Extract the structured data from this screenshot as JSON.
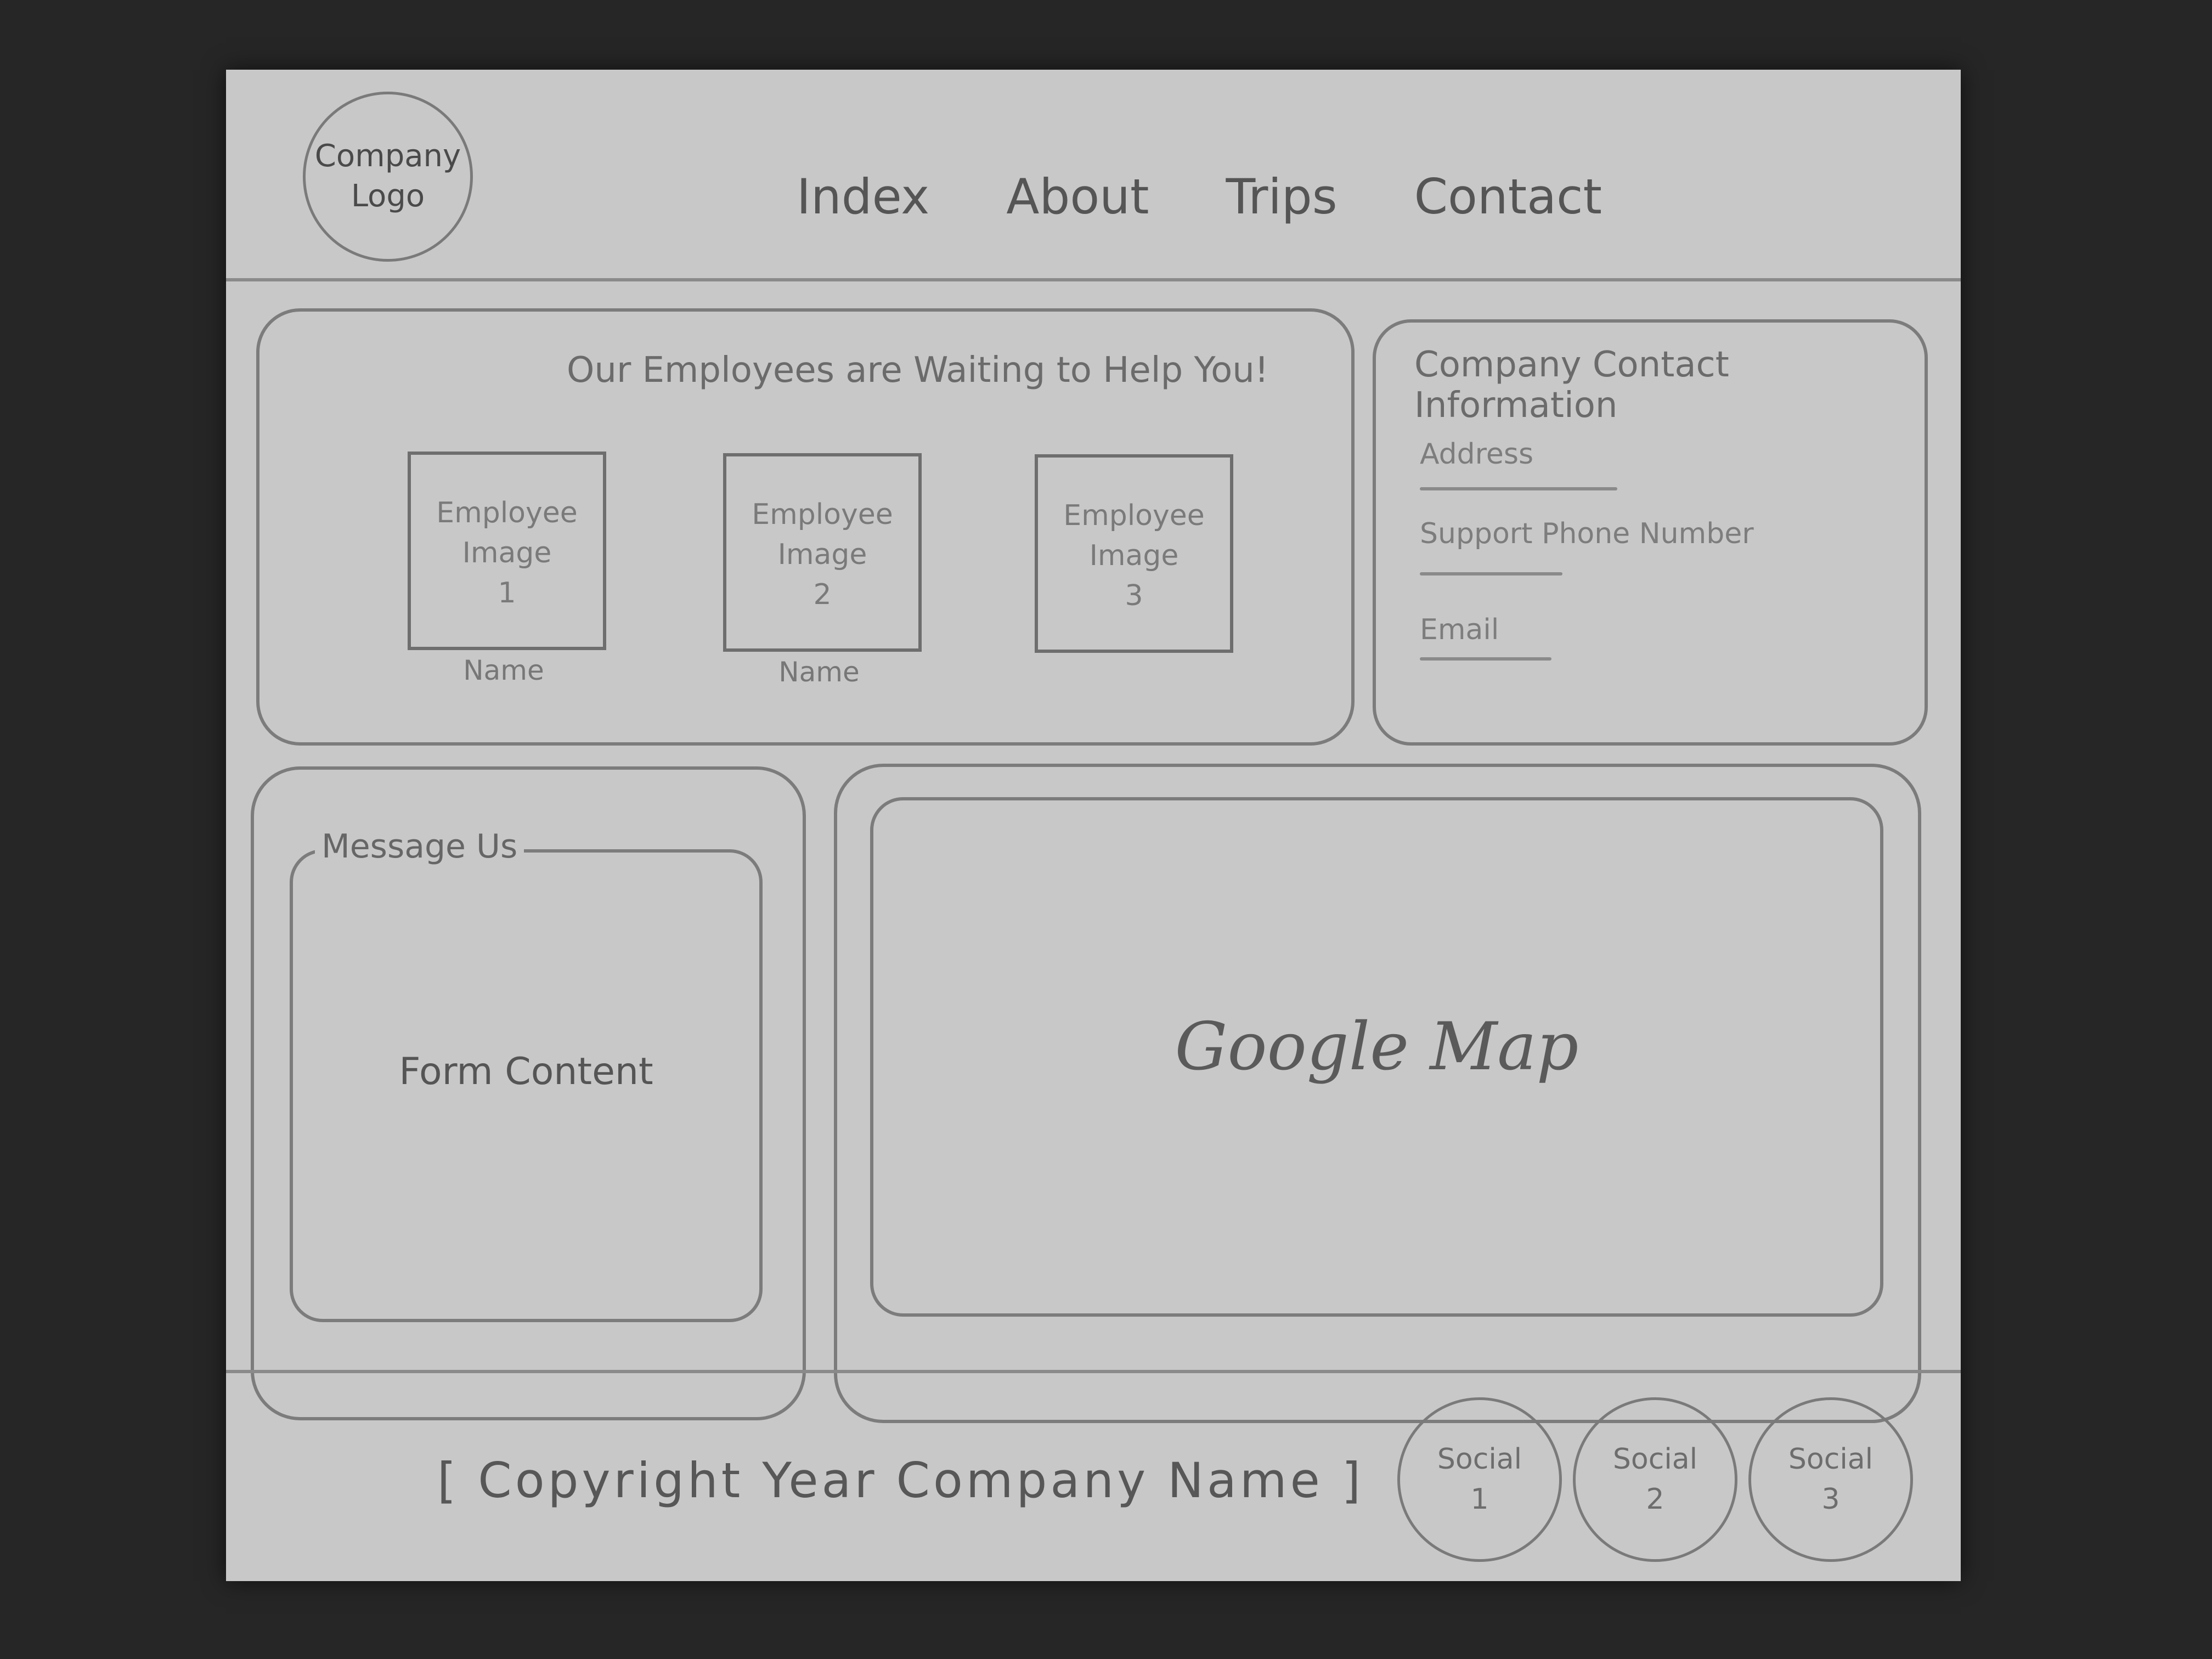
{
  "header": {
    "logo": "Company\nLogo",
    "nav": [
      "Index",
      "About",
      "Trips",
      "Contact"
    ]
  },
  "employees": {
    "title": "Our Employees are Waiting to Help You!",
    "cards": [
      {
        "image": "Employee\nImage\n1",
        "name": "Name"
      },
      {
        "image": "Employee\nImage\n2",
        "name": "Name"
      },
      {
        "image": "Employee\nImage\n3",
        "name": ""
      }
    ]
  },
  "contact_info": {
    "title": "Company Contact Information",
    "address": "Address",
    "phone": "Support Phone Number",
    "email": "Email"
  },
  "message": {
    "legend": "Message Us",
    "content": "Form Content"
  },
  "map": {
    "label": "Google Map"
  },
  "footer": {
    "copyright": "[ Copyright Year Company Name ]",
    "socials": [
      "Social\n1",
      "Social\n2",
      "Social\n3"
    ]
  }
}
